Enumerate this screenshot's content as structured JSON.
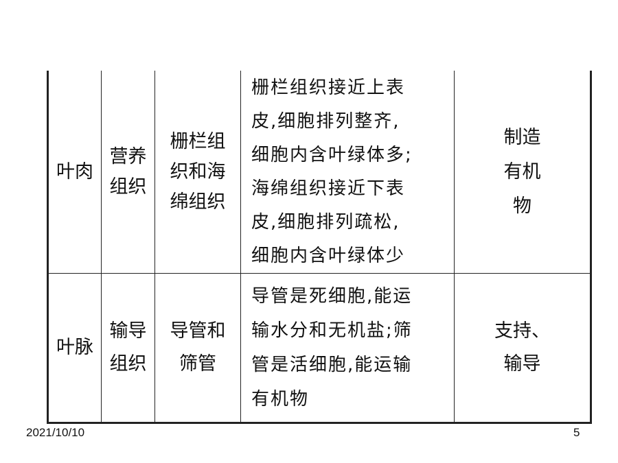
{
  "table": {
    "rows": [
      {
        "part": "叶肉",
        "tissue": [
          "营养",
          "组织"
        ],
        "composition": [
          "栅栏组",
          "织和海",
          "绵组织"
        ],
        "features": [
          "栅栏组织接近上表",
          "皮,细胞排列整齐,",
          "细胞内含叶绿体多;",
          "海绵组织接近下表",
          "皮,细胞排列疏松,",
          "细胞内含叶绿体少"
        ],
        "function": [
          "制造",
          "有机",
          "物"
        ]
      },
      {
        "part": "叶脉",
        "tissue": [
          "输导",
          "组织"
        ],
        "composition": [
          "导管和",
          "筛管"
        ],
        "features": [
          "导管是死细胞,能运",
          "输水分和无机盐;筛",
          "管是活细胞,能运输",
          "有机物"
        ],
        "function": [
          "支持、",
          "输导"
        ]
      }
    ]
  },
  "footer": {
    "date": "2021/10/10",
    "page": "5"
  }
}
